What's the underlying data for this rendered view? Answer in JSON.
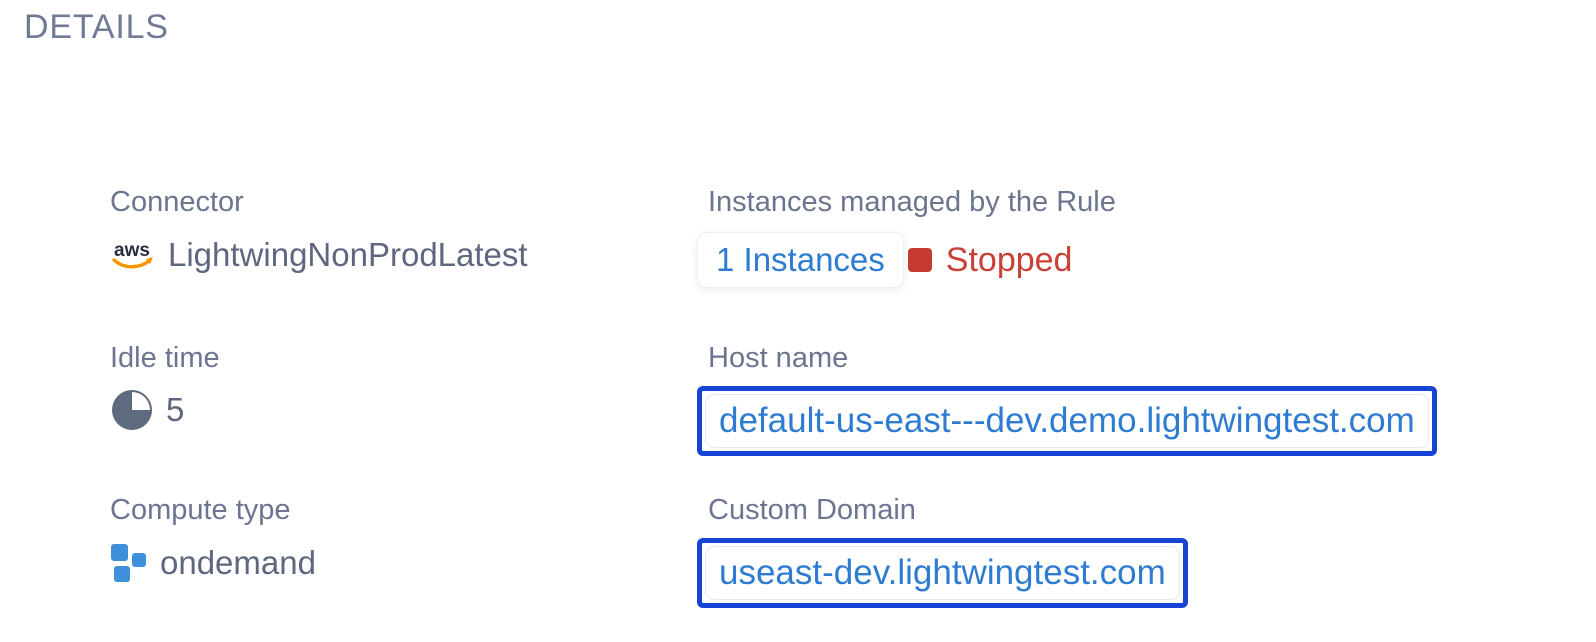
{
  "panel": {
    "title": "DETAILS"
  },
  "fields": {
    "connector": {
      "label": "Connector",
      "icon": "aws-icon",
      "value": "LightwingNonProdLatest"
    },
    "instances": {
      "label": "Instances managed by the Rule",
      "link_label": "1 Instances",
      "status_icon": "stopped-square-icon",
      "status": "Stopped"
    },
    "idle_time": {
      "label": "Idle time",
      "icon": "idle-pie-icon",
      "value": "5"
    },
    "host_name": {
      "label": "Host name",
      "value": "default-us-east---dev.demo.lightwingtest.com"
    },
    "compute_type": {
      "label": "Compute type",
      "icon": "compute-squares-icon",
      "value": "ondemand"
    },
    "custom_domain": {
      "label": "Custom Domain",
      "value": "useast-dev.lightwingtest.com"
    }
  },
  "colors": {
    "label_gray": "#6c7590",
    "value_gray": "#5f6780",
    "title_gray": "#707a94",
    "link_blue": "#2e7bd2",
    "outline_blue": "#1643d3",
    "status_red_text": "#cb4036",
    "status_red_square": "#c53b30",
    "aws_navy": "#252f3e",
    "aws_orange": "#f79400",
    "pie_slate": "#5e6a7d",
    "compute_blue": "#3f90da"
  }
}
